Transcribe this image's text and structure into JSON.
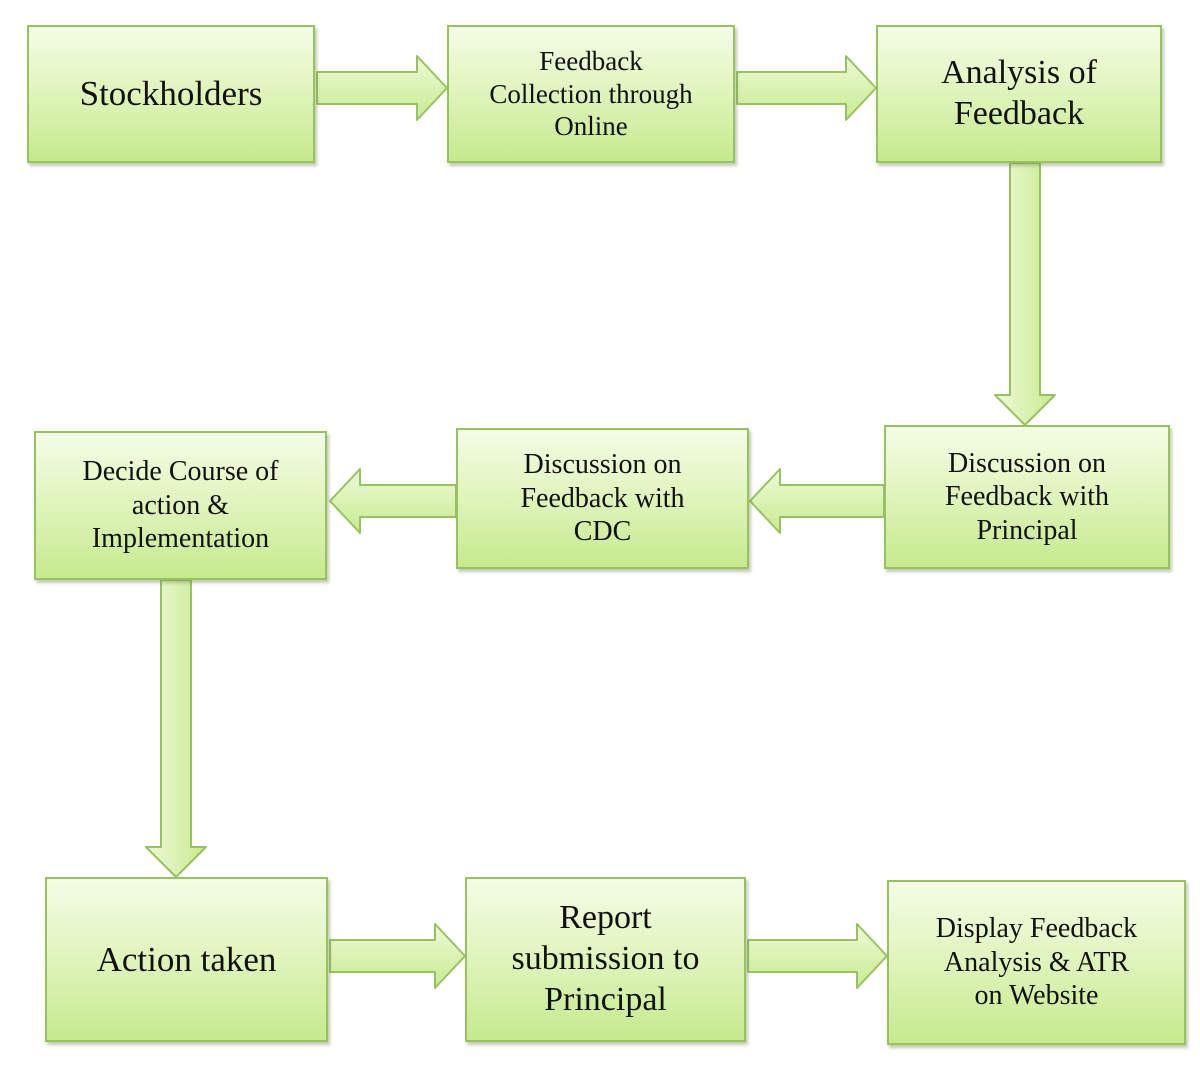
{
  "boxes": {
    "stockholders": "Stockholders",
    "feedback_collection": "Feedback\nCollection through\nOnline",
    "analysis": "Analysis of\nFeedback",
    "discussion_principal": "Discussion on\nFeedback with\nPrincipal",
    "discussion_cdc": "Discussion on\nFeedback with\nCDC",
    "decide_course": "Decide Course of\naction &\nImplementation",
    "action_taken": "Action taken",
    "report_submission": "Report\nsubmission to\nPrincipal",
    "display_feedback": "Display Feedback\nAnalysis & ATR\non Website"
  },
  "colors": {
    "box_fill_top": "#f4fce6",
    "box_fill_bottom": "#c6ea8e",
    "box_border": "#98c160",
    "arrow_fill": "#d6f0a8",
    "arrow_border": "#98c160"
  }
}
